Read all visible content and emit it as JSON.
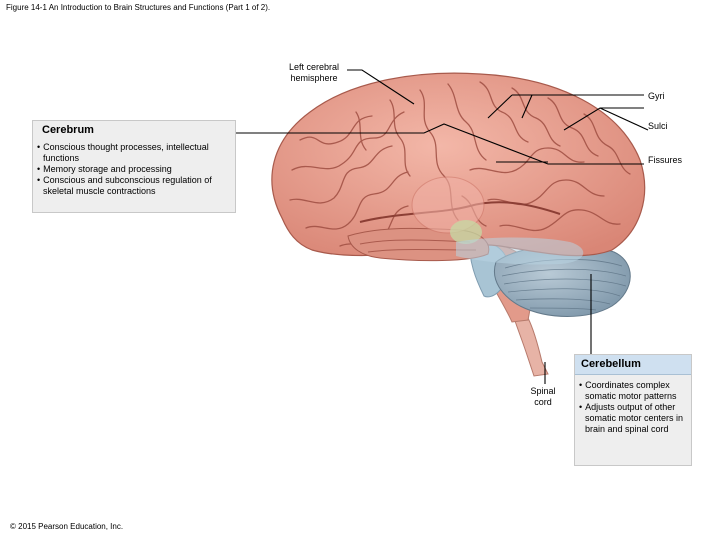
{
  "figure_title": "Figure 14-1 An Introduction to Brain Structures and Functions (Part 1 of 2).",
  "labels": {
    "left_cerebral_hemisphere": "Left cerebral hemisphere",
    "gyri": "Gyri",
    "sulci": "Sulci",
    "fissures": "Fissures",
    "spinal_cord": "Spinal cord"
  },
  "cerebrum": {
    "heading": "Cerebrum",
    "items": [
      "Conscious thought processes, intellectual functions",
      "Memory storage and processing",
      "Conscious and subconscious regulation of skeletal muscle contractions"
    ]
  },
  "cerebellum": {
    "heading": "Cerebellum",
    "items": [
      "Coordinates complex somatic motor patterns",
      "Adjusts output of other somatic motor centers in brain and spinal cord"
    ]
  },
  "copyright": "© 2015 Pearson Education, Inc.",
  "colors": {
    "cerebrum": "#e8a090",
    "cerebrum_dark": "#b85a4c",
    "cerebellum": "#8fa7b8",
    "brainstem": "#a8c4d4",
    "spinal_cord": "#e7b3a6",
    "box_bg": "#eeeeee",
    "cerebellum_box_bg": "#cfe0f0"
  }
}
